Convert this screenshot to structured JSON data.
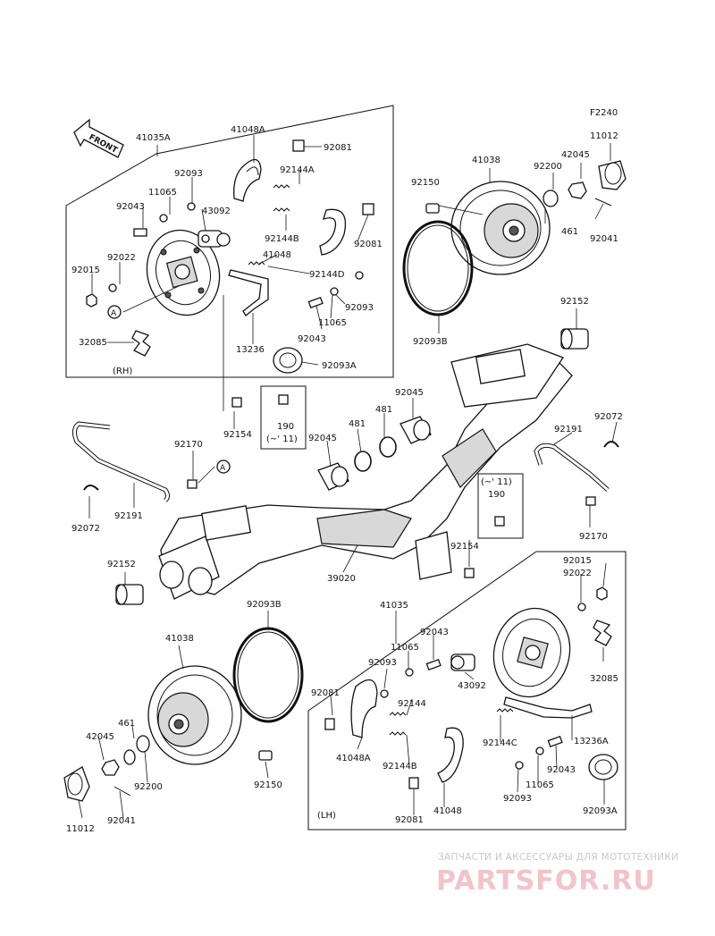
{
  "figure_id": "F2240",
  "front_arrow_label": "FRONT",
  "panels": {
    "rh": "(RH)",
    "lh": "(LH)"
  },
  "callout_letter": "A",
  "parts": {
    "p41035A": "41035A",
    "p41048A_top": "41048A",
    "p92081_top1": "92081",
    "p92093_top": "92093",
    "p11065_top": "11065",
    "p92144A": "92144A",
    "p92043_top": "92043",
    "p43092_top": "43092",
    "p92144B_top": "92144B",
    "p92081_top2": "92081",
    "p41048_top": "41048",
    "p92022_top": "92022",
    "p92015_top": "92015",
    "p92144D": "92144D",
    "p92093_mid": "92093",
    "p92043_mid": "92043",
    "p11065_mid": "11065",
    "p32085_top": "32085",
    "p13236": "13236",
    "p92093A_top": "92093A",
    "p92154_top": "92154",
    "p190_top": "190",
    "p190_top_note": "(~' 11)",
    "p41038_top": "41038",
    "p92150_top": "92150",
    "p92200_top": "92200",
    "p42045_top": "42045",
    "p11012_top": "11012",
    "p461_top": "461",
    "p92041_top": "92041",
    "p92093B_top": "92093B",
    "p92152_top": "92152",
    "p92045_r": "92045",
    "p481_r": "481",
    "p92072_r": "92072",
    "p92191_r": "92191",
    "p92170_l": "92170",
    "p481_l": "481",
    "p92045_l": "92045",
    "p92072_l": "92072",
    "p92191_l": "92191",
    "p190_bot_note": "(~' 11)",
    "p190_bot": "190",
    "p92154_bot": "92154",
    "p92170_r": "92170",
    "p92152_bot": "92152",
    "p39020": "39020",
    "p92093B_bot": "92093B",
    "p41035": "41035",
    "p92022_bot": "92022",
    "p92015_bot": "92015",
    "p41038_bot": "41038",
    "p92043_bot": "92043",
    "p11065_bot": "11065",
    "p92093_bot": "92093",
    "p43092_bot": "43092",
    "p32085_bot": "32085",
    "p461_bot": "461",
    "p92081_bot1": "92081",
    "p92144": "92144",
    "p42045_bot": "42045",
    "p41048A_bot": "41048A",
    "p92144C": "92144C",
    "p13236A": "13236A",
    "p92144B_bot": "92144B",
    "p92043_bot2": "92043",
    "p92200_bot": "92200",
    "p11065_bot2": "11065",
    "p92150_bot": "92150",
    "p41048_bot": "41048",
    "p92093_bot2": "92093",
    "p11012_bot": "11012",
    "p92041_bot": "92041",
    "p92081_bot2": "92081",
    "p92093A_bot": "92093A"
  },
  "watermark": {
    "subtitle": "ЗАПЧАСТИ И АКСЕССУАРЫ ДЛЯ МОТОТЕХНИКИ",
    "brand": "PARTSFOR.RU"
  }
}
